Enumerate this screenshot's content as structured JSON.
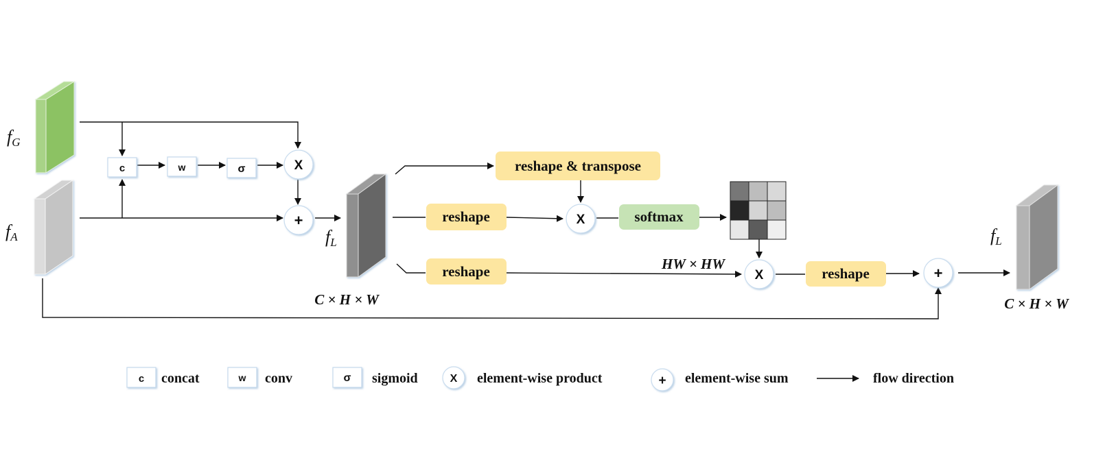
{
  "colors": {
    "green_feature": "#8cc264",
    "gray_feature": "#c4c4c4",
    "dark_feature": "#666666",
    "mid_feature": "#8c8c8c",
    "yellow_box": "#fde6a0",
    "green_box": "#c6e3b5",
    "circle_border": "#c9dcee"
  },
  "inputs": {
    "fg": {
      "sym": "f",
      "sub": "G"
    },
    "fa": {
      "sym": "f",
      "sub": "A"
    },
    "fl_mid": {
      "sym": "f",
      "sub": "L"
    },
    "fl_out": {
      "sym": "f",
      "sub": "L"
    }
  },
  "ops": {
    "concat": "c",
    "conv": "w",
    "sigmoid": "σ",
    "product": "X",
    "sum": "+"
  },
  "boxes": {
    "reshape_transpose": "reshape & transpose",
    "reshape_1": "reshape",
    "softmax": "softmax",
    "reshape_2": "reshape",
    "reshape_3": "reshape"
  },
  "dims": {
    "mid": "C × H × W",
    "attention": "HW × HW",
    "out": "C × H × W"
  },
  "attention_map": [
    [
      "#777777",
      "#bdbdbd",
      "#d9d9d9"
    ],
    [
      "#262626",
      "#d4d4d4",
      "#bdbdbd"
    ],
    [
      "#e8e8e8",
      "#5c5c5c",
      "#efefef"
    ]
  ],
  "legend": {
    "concat": "concat",
    "conv": "conv",
    "sigmoid": "sigmoid",
    "product": "element-wise product",
    "sum": "element-wise sum",
    "flow": "flow direction"
  }
}
